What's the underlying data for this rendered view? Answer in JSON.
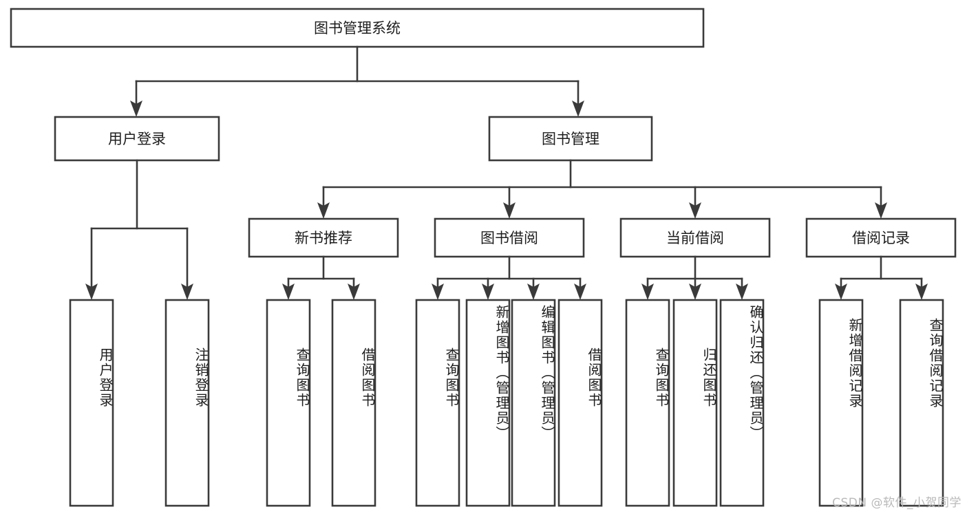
{
  "diagram": {
    "kind": "function-structure-tree",
    "root": {
      "label": "图书管理系统"
    },
    "level2": [
      {
        "id": "user-login",
        "label": "用户登录"
      },
      {
        "id": "book-manage",
        "label": "图书管理"
      }
    ],
    "level3": [
      {
        "id": "new-book-recommend",
        "label": "新书推荐"
      },
      {
        "id": "book-borrow",
        "label": "图书借阅"
      },
      {
        "id": "current-borrow",
        "label": "当前借阅"
      },
      {
        "id": "borrow-record",
        "label": "借阅记录"
      }
    ],
    "leaves": {
      "user_login": [
        {
          "id": "leaf-user-login",
          "label": "用户登录"
        },
        {
          "id": "leaf-logout-login",
          "label": "注销登录"
        }
      ],
      "new_book_recommend": [
        {
          "id": "leaf-query-book-1",
          "label": "查询图书"
        },
        {
          "id": "leaf-borrow-book-1",
          "label": "借阅图书"
        }
      ],
      "book_borrow": [
        {
          "id": "leaf-query-book-2",
          "label": "查询图书"
        },
        {
          "id": "leaf-add-book",
          "label": "新增图书（管理员）"
        },
        {
          "id": "leaf-edit-book",
          "label": "编辑图书（管理员）"
        },
        {
          "id": "leaf-borrow-book-2",
          "label": "借阅图书"
        }
      ],
      "current_borrow": [
        {
          "id": "leaf-query-book-3",
          "label": "查询图书"
        },
        {
          "id": "leaf-return-book",
          "label": "归还图书"
        },
        {
          "id": "leaf-confirm-return",
          "label": "确认归还（管理员）"
        }
      ],
      "borrow_record": [
        {
          "id": "leaf-add-record",
          "label": "新增借阅记录"
        },
        {
          "id": "leaf-query-record",
          "label": "查询借阅记录"
        }
      ]
    }
  },
  "watermark": {
    "text": "CSDN @软件_小贺同学"
  },
  "colors": {
    "stroke": "#3a3a3a",
    "box_fill": "#ffffff",
    "text": "#1d1d1d",
    "watermark": "#b9b9b9",
    "background": "#ffffff"
  }
}
